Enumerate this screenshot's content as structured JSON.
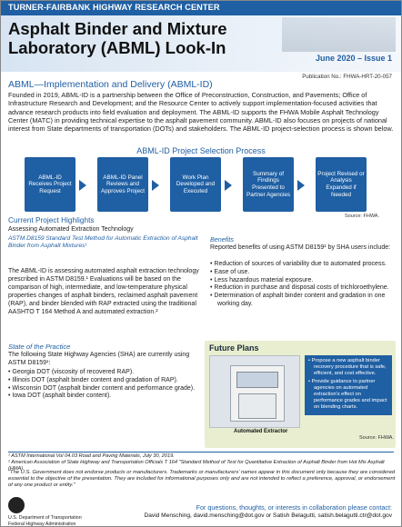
{
  "header": {
    "center": "TURNER-FAIRBANK HIGHWAY RESEARCH CENTER",
    "title": "Asphalt Binder and Mixture Laboratory (ABML) Look-In",
    "issue": "June 2020 – Issue 1"
  },
  "pubnum": "Publication No.: FHWA-HRT-20-057",
  "section_title": "ABML—Implementation and Delivery (ABML-ID)",
  "intro": "Founded in 2019, ABML-ID is a partnership between the Office of Preconstruction, Construction, and Pavements; Office of Infrastructure Research and Development; and the Resource Center to actively support implementation-focused activities that advance research products into field evaluation and deployment. The ABML-ID supports the FHWA Mobile Asphalt Technology Center (MATC) in providing technical expertise to the asphalt pavement community. ABML-ID also focuses on projects of national interest from State departments of transportation (DOTs) and stakeholders. The ABML-ID project-selection process is shown below.",
  "flow": {
    "title": "ABML-ID Project Selection Process",
    "steps": [
      "ABML-ID Receives Project Request",
      "ABML-ID Panel Reviews and Approves Project",
      "Work Plan Developed and Executed",
      "Summary of Findings Presented to Partner Agencies",
      "Project Revised or Analysis Expanded if Needed"
    ],
    "source": "Source: FHWA."
  },
  "current": {
    "heading": "Current Project Highlights",
    "subheading": "Assessing Automated Extraction Technology",
    "astm_title": "ASTM D8159 Standard Test Method for Automatic Extraction of Asphalt Binder from Asphalt Mixtures¹",
    "paragraph": "The ABML-ID is assessing automated asphalt extraction technology prescribed in ASTM D8159.¹ Evaluations will be based on the comparison of high, intermediate, and low-temperature physical properties changes of asphalt binders, reclaimed asphalt pavement (RAP), and binder blended with RAP extracted using the traditional AASHTO T 164 Method A and automated extraction.²"
  },
  "state_practice": {
    "heading": "State of the Practice",
    "intro": "The following State Highway Agencies (SHA) are currently using ASTM D8159¹:",
    "items": [
      "Georgia DOT (viscosity of recovered RAP).",
      "Illinois DOT (asphalt binder content and gradation of RAP).",
      "Wisconsin DOT (asphalt binder content and performance grade).",
      "Iowa DOT (asphalt binder content)."
    ]
  },
  "benefits": {
    "heading": "Benefits",
    "intro": "Reported benefits of using ASTM D8159¹ by SHA users include:",
    "items": [
      "Reduction of sources of variability due to automated process.",
      "Ease of use.",
      "Less hazardous material exposure.",
      "Reduction in purchase and disposal costs of trichloroethylene.",
      "Determination of asphalt binder content and gradation in one working day."
    ]
  },
  "future": {
    "title": "Future Plans",
    "items": [
      "Propose a new asphalt binder recovery procedure that is safe, efficient, and cost effective.",
      "Provide guidance to partner agencies on automated extraction's effect on performance grades and impact on blending charts."
    ],
    "photo_caption": "Automated Extractor",
    "source": "Source: FHWA."
  },
  "footnotes": {
    "f1": "¹ ASTM International Vol 04.03 Road and Paving Materials, July 30, 2019.",
    "f2": "² American Association of State Highway and Transportation Officials T 164 \"Standard Method of Test for Quantitative Extraction of Asphalt Binder from Hot Mix Asphalt (HMA).",
    "disclaimer": "\"The U.S. Government does not endorse products or manufacturers. Trademarks or manufacturers' names appear in this document only because they are considered essential to the objective of the presentation. They are included for informational purposes only and are not intended to reflect a preference, approval, or endorsement of any one product or entity.\""
  },
  "footer": {
    "logo_line1": "U.S. Department of Transportation",
    "logo_line2": "Federal Highway Administration",
    "contact_q": "For questions, thoughts, or interests in collaboration please contact:",
    "contact": "David Mensching, david.mensching@dot.gov or Satish Belagutti, satish.belagutti.ctr@dot.gov"
  }
}
